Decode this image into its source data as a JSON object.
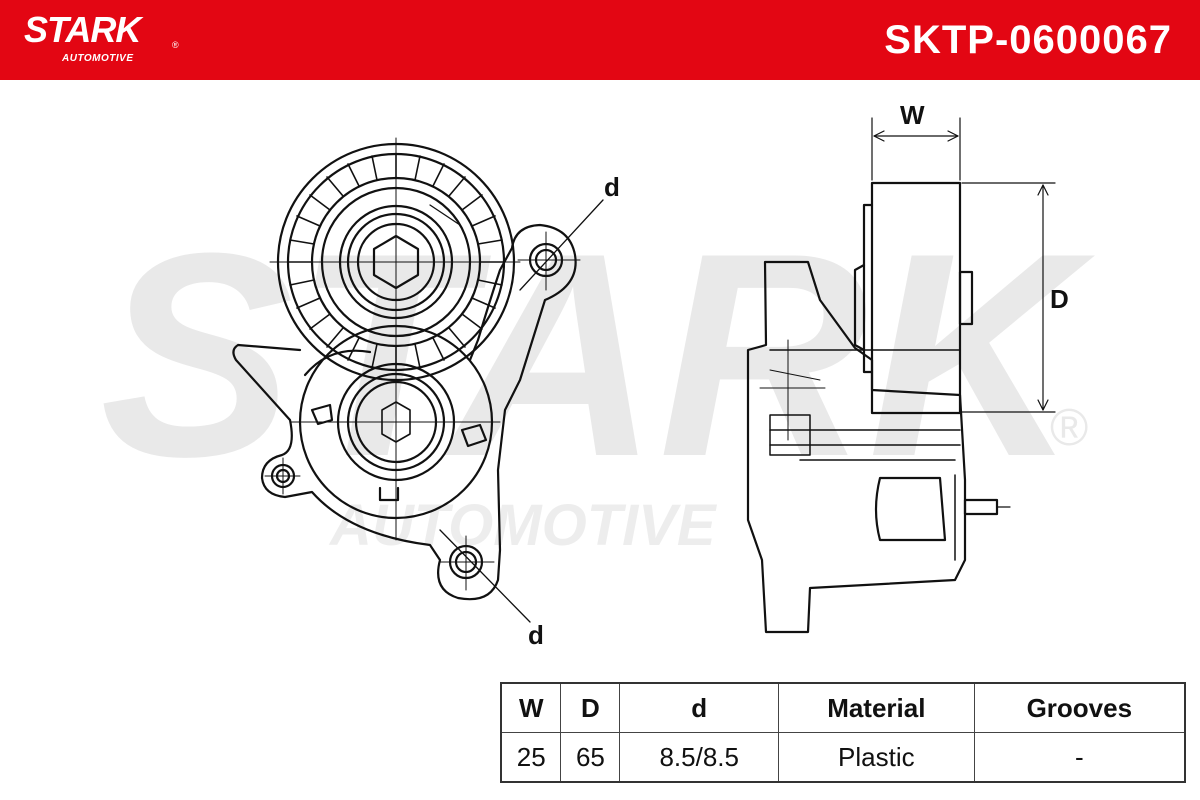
{
  "header": {
    "logo_text": "STARK",
    "logo_registered": "®",
    "logo_subtext": "AUTOMOTIVE",
    "part_number": "SKTP-0600067",
    "background_color": "#e30613"
  },
  "watermark": {
    "text": "STARK",
    "subtext": "AUTOMOTIVE",
    "registered": "®"
  },
  "drawing": {
    "label_w": "W",
    "label_d_upper": "D",
    "label_d_small_top": "d",
    "label_d_small_bottom": "d"
  },
  "spec_table": {
    "headers": [
      "W",
      "D",
      "d",
      "Material",
      "Grooves"
    ],
    "values": [
      "25",
      "65",
      "8.5/8.5",
      "Plastic",
      "-"
    ]
  }
}
